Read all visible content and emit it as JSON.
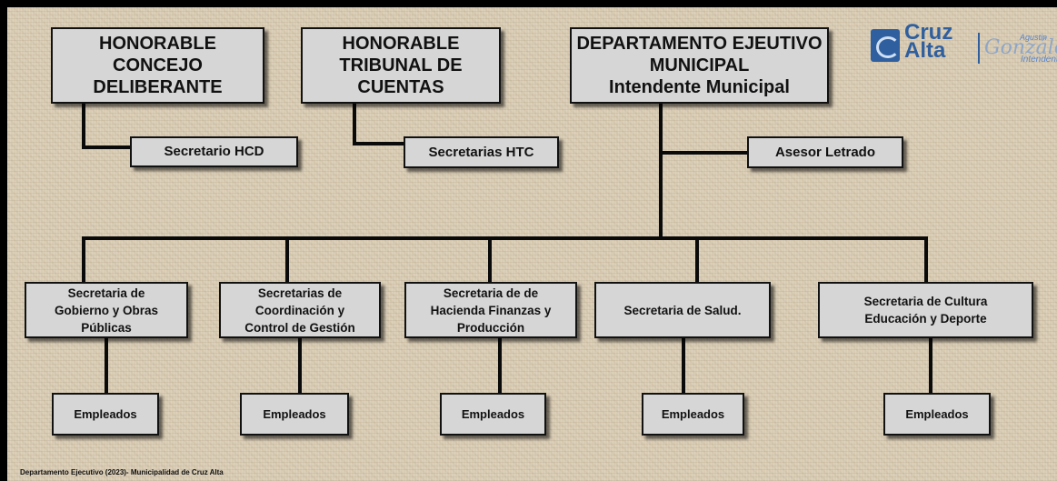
{
  "top_boxes": {
    "concejo": "HONORABLE\nCONCEJO\nDELIBERANTE",
    "tribunal": "HONORABLE\nTRIBUNAL DE\nCUENTAS",
    "ejecutivo": "DEPARTAMENTO EJEUTIVO\nMUNICIPAL\nIntendente Municipal"
  },
  "sub_boxes": {
    "secretario_hcd": "Secretario HCD",
    "secretarias_htc": "Secretarias HTC",
    "asesor": "Asesor Letrado"
  },
  "secretarias": [
    "Secretaria de\nGobierno y  Obras\nPúblicas",
    "Secretarias de\nCoordinación  y\nControl de Gestión",
    "Secretaria de de\nHacienda Finanzas y\nProducción",
    "Secretaria de  Salud.",
    "Secretaria  de Cultura\nEducación y Deporte"
  ],
  "empleados_label": "Empleados",
  "logo": {
    "brand": "Cruz\nAlta",
    "name": "Agustin",
    "signature": "González",
    "role": "Intendente",
    "colors": {
      "brand": "#2f5f9e",
      "accent": "#5b86c8"
    }
  },
  "footer": "Departamento Ejecutivo (2023)-  Municipalidad  de Cruz Alta"
}
